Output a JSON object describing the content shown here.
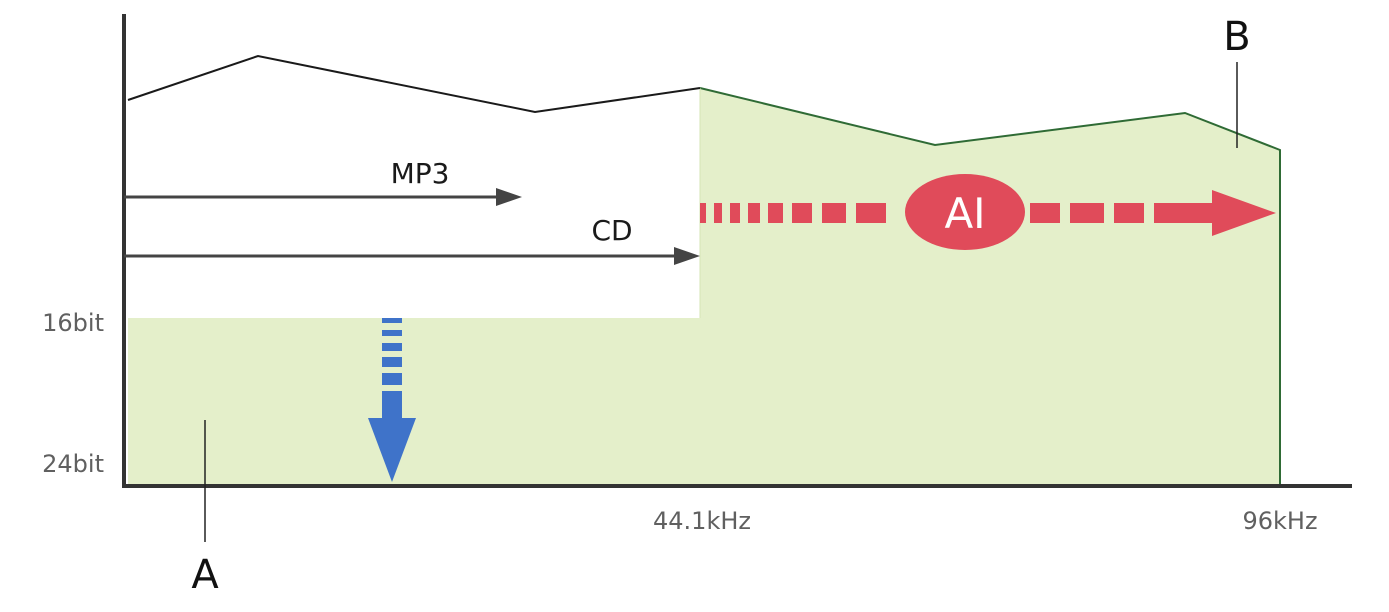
{
  "y_labels": {
    "bit16": "16bit",
    "bit24": "24bit"
  },
  "x_labels": {
    "khz441": "44.1kHz",
    "khz96": "96kHz"
  },
  "arrows": {
    "mp3": "MP3",
    "cd": "CD"
  },
  "badge": {
    "ai": "AI"
  },
  "callouts": {
    "a": "A",
    "b": "B"
  },
  "colors": {
    "fill_area": "#e4efca",
    "fill_edge": "#2f6b35",
    "upper_line": "#1a1a1a",
    "axis": "#333333",
    "arrow": "#444444",
    "ai_red": "#e04b5a",
    "depth_blue": "#3f73c9"
  }
}
